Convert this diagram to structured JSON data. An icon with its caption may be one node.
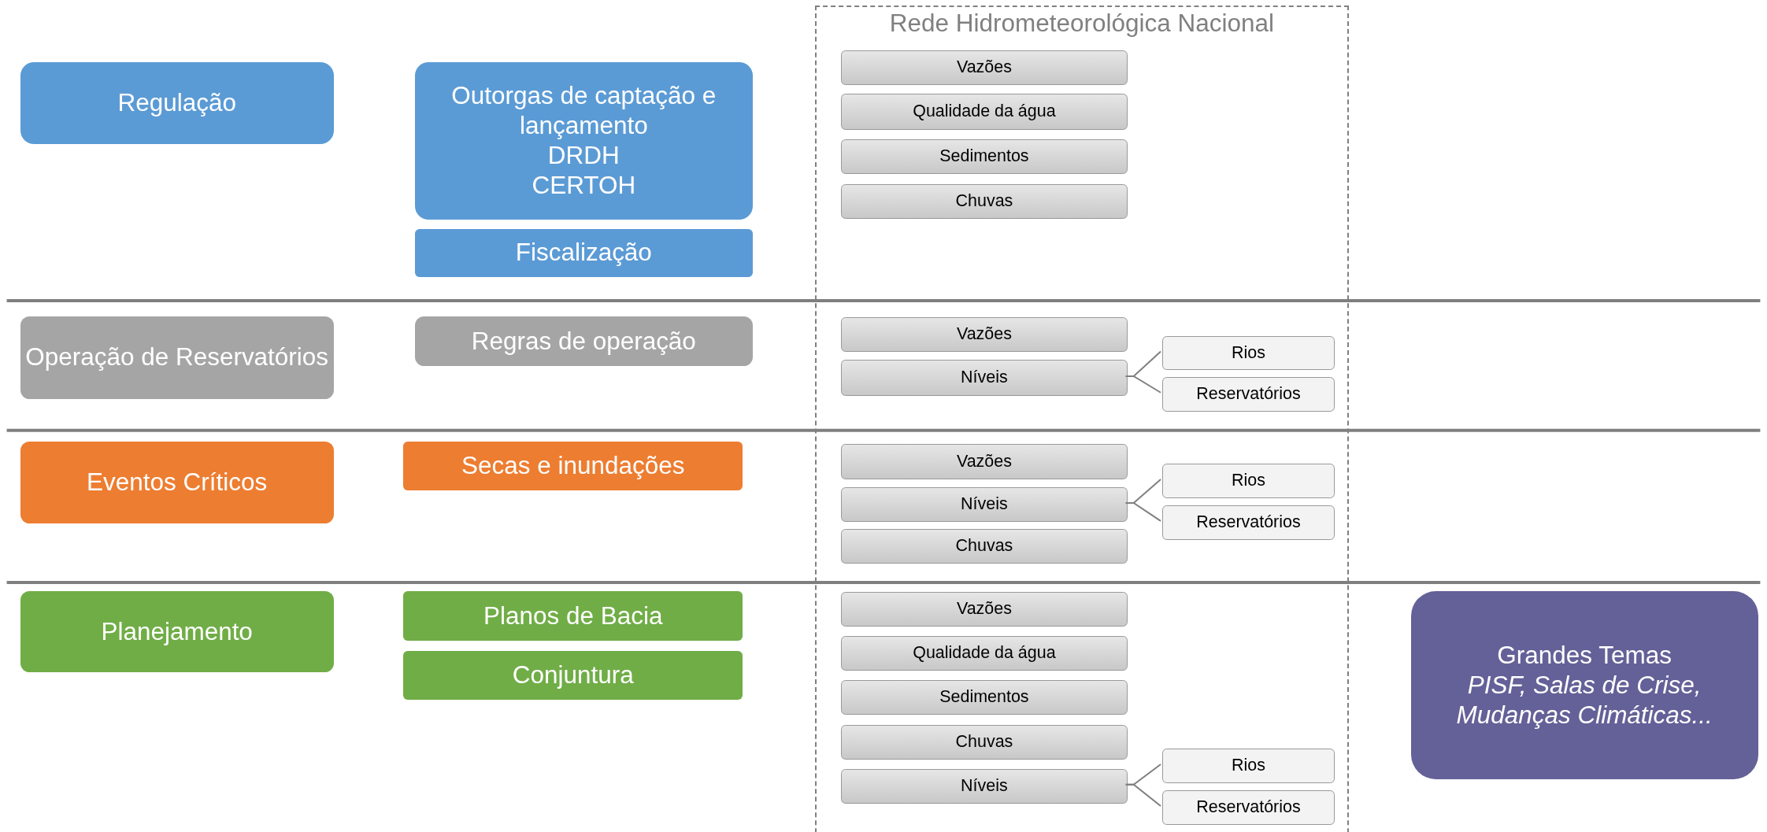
{
  "diagram": {
    "nodes": [
      {
        "text": [
          "Regulação"
        ]
      },
      {
        "text": [
          "Outorgas de captação e lançamento",
          "DRDH",
          "CERTOH"
        ]
      },
      {
        "text": [
          "Fiscalização"
        ]
      },
      {
        "text": [
          "Rede Hidrometeorológica Nacional"
        ]
      },
      {
        "text": [
          "Vazões"
        ],
        "in": 3
      },
      {
        "text": [
          "Qualidade da água"
        ],
        "in": 3
      },
      {
        "text": [
          "Sedimentos"
        ],
        "in": 3
      },
      {
        "text": [
          "Chuvas"
        ],
        "in": 3
      },
      {
        "text": [
          "Operação de Reservatórios"
        ]
      },
      {
        "text": [
          "Regras de operação"
        ]
      },
      {
        "text": [
          "Vazões"
        ],
        "in": 3
      },
      {
        "text": [
          "Níveis"
        ],
        "in": 3
      },
      {
        "text": [
          "Rios"
        ],
        "in": 3
      },
      {
        "text": [
          "Reservatórios"
        ],
        "in": 3
      },
      {
        "text": [
          "Eventos Críticos"
        ]
      },
      {
        "text": [
          "Secas e inundações"
        ]
      },
      {
        "text": [
          "Vazões"
        ],
        "in": 3
      },
      {
        "text": [
          "Níveis"
        ],
        "in": 3
      },
      {
        "text": [
          "Rios"
        ],
        "in": 3
      },
      {
        "text": [
          "Reservatórios"
        ],
        "in": 3
      },
      {
        "text": [
          "Chuvas"
        ],
        "in": 3
      },
      {
        "text": [
          "Planejamento"
        ]
      },
      {
        "text": [
          "Planos de Bacia"
        ]
      },
      {
        "text": [
          "Conjuntura"
        ]
      },
      {
        "text": [
          "Vazões"
        ],
        "in": 3
      },
      {
        "text": [
          "Qualidade da água"
        ],
        "in": 3
      },
      {
        "text": [
          "Sedimentos"
        ],
        "in": 3
      },
      {
        "text": [
          "Chuvas"
        ],
        "in": 3
      },
      {
        "text": [
          "Níveis"
        ],
        "in": 3
      },
      {
        "text": [
          "Rios"
        ],
        "in": 3
      },
      {
        "text": [
          "Reservatórios"
        ],
        "in": 3
      },
      {
        "text": [
          "Grandes Temas",
          "PISF, Salas de Crise, Mudanças Climáticas..."
        ]
      }
    ],
    "edges": [
      {
        "from": 11,
        "to": 12,
        "arrow": "none"
      },
      {
        "from": 11,
        "to": 13,
        "arrow": "none"
      },
      {
        "from": 17,
        "to": 18,
        "arrow": "none"
      },
      {
        "from": 17,
        "to": 19,
        "arrow": "none"
      },
      {
        "from": 28,
        "to": 29,
        "arrow": "none"
      },
      {
        "from": 28,
        "to": 30,
        "arrow": "none"
      }
    ]
  }
}
